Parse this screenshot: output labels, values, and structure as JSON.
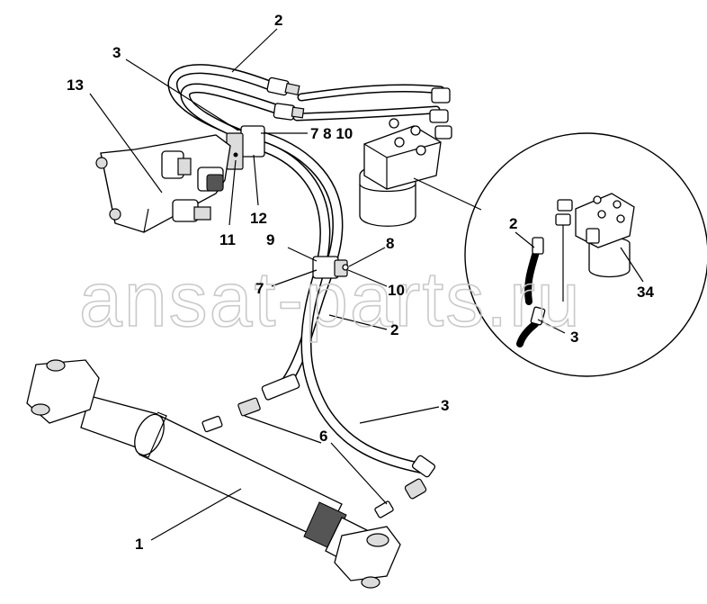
{
  "diagram": {
    "corner_code": "",
    "watermark": "ansat-parts.ru",
    "callouts": {
      "c1": "1",
      "c2_top": "2",
      "c2_mid": "2",
      "c2_inset": "2",
      "c3_top": "3",
      "c3_right": "3",
      "c3_inset": "3",
      "c6": "6",
      "c7_8_10": "7 8 10",
      "c7": "7",
      "c8": "8",
      "c9": "9",
      "c10": "10",
      "c11": "11",
      "c12": "12",
      "c13": "13",
      "c34": "34"
    }
  }
}
